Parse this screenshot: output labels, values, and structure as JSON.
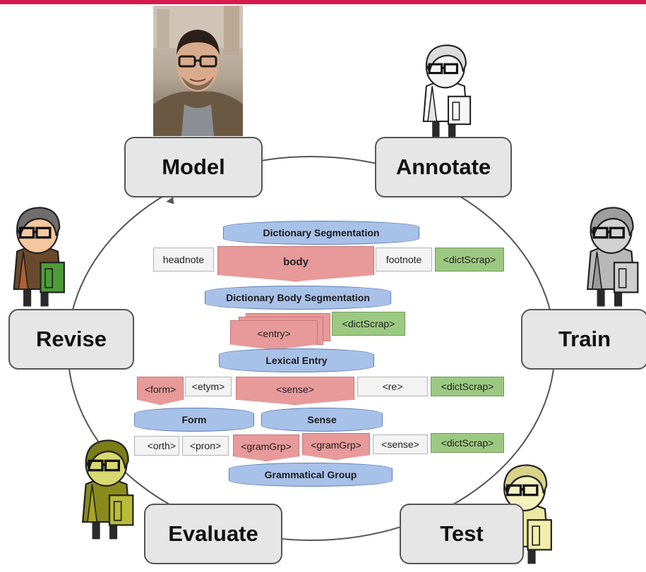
{
  "stages": {
    "model": "Model",
    "annotate": "Annotate",
    "train": "Train",
    "test": "Test",
    "evaluate": "Evaluate",
    "revise": "Revise"
  },
  "structure": {
    "dictionary_segmentation": "Dictionary Segmentation",
    "headnote": "headnote",
    "body": "body",
    "footnote": "footnote",
    "dictscrap": "<dictScrap>",
    "dictionary_body_segmentation": "Dictionary Body Segmentation",
    "entry": "<entry>",
    "lexical_entry": "Lexical Entry",
    "form_tag": "<form>",
    "etym": "<etym>",
    "sense_tag": "<sense>",
    "re": "<re>",
    "form": "Form",
    "sense": "Sense",
    "orth": "<orth>",
    "pron": "<pron>",
    "gramgrp": "<gramGrp>",
    "grammatical_group": "Grammatical Group"
  },
  "colors": {
    "accent_bar": "#d81b4f",
    "model_cylinder": "#a8c1e8",
    "tag_red": "#e79a99",
    "tag_green": "#9cc982",
    "stage_box": "#e6e6e6"
  },
  "icons": [
    "person-photo",
    "cartoon-researcher-icon"
  ]
}
